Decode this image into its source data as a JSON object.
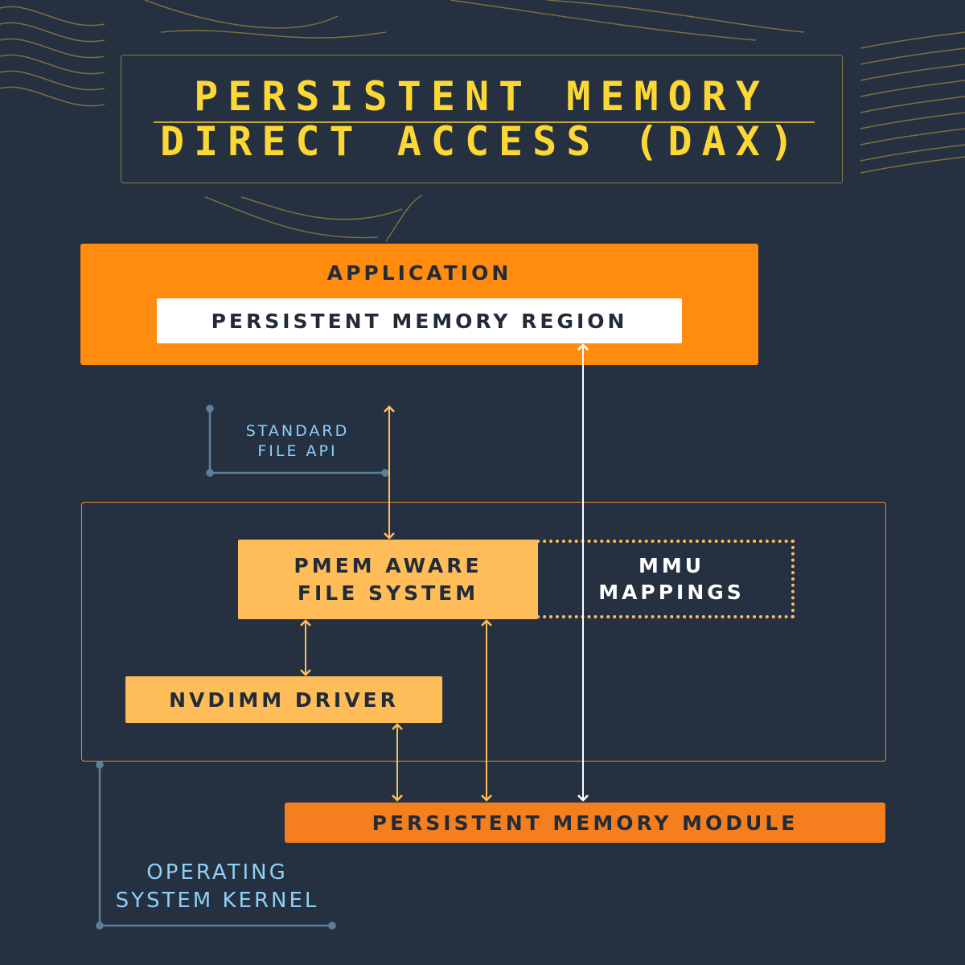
{
  "title": {
    "line1": "PERSISTENT MEMORY",
    "line2": "DIRECT ACCESS (DAX)"
  },
  "application": {
    "label": "APPLICATION",
    "region": "PERSISTENT MEMORY REGION"
  },
  "standard_api": {
    "line1": "STANDARD",
    "line2": "FILE API"
  },
  "pmem_fs": {
    "line1": "PMEM AWARE",
    "line2": "FILE SYSTEM"
  },
  "mmu": {
    "line1": "MMU",
    "line2": "MAPPINGS"
  },
  "nvdimm": {
    "label": "NVDIMM DRIVER"
  },
  "module": {
    "label": "PERSISTENT MEMORY MODULE"
  },
  "kernel": {
    "line1": "OPERATING",
    "line2": "SYSTEM KERNEL"
  },
  "colors": {
    "bg": "#253041",
    "title": "#fdd835",
    "app": "#ff8c0f",
    "fs": "#ffbd59",
    "module": "#f57f1e",
    "label": "#8fd0f5"
  }
}
